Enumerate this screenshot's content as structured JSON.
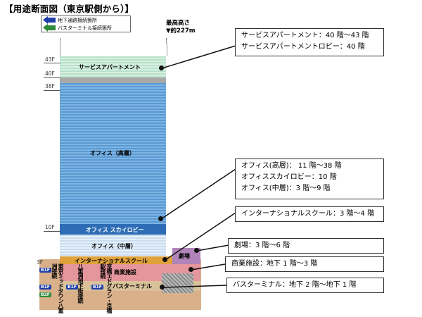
{
  "title": "【用途断面図（東京駅側から）】",
  "legend": {
    "underground": "地下通路接続箇所",
    "bus": "バスターミナル接続箇所"
  },
  "height": {
    "label": "最高高さ",
    "value": "▼約227m"
  },
  "floors": {
    "f43": "43F",
    "f40": "40F",
    "f38": "38F",
    "f10": "10F",
    "f3": "3F"
  },
  "zones": {
    "service": "サービスアパートメント",
    "office_high": "オフィス（高層）",
    "skylobby": "オフィス スカイロビー",
    "office_mid": "オフィス（中層）",
    "school": "インターナショナルスクール",
    "theatre": "劇場",
    "commercial": "商業施設",
    "bus": "バスターミナル"
  },
  "connections": {
    "yaesu_chika": "八重洲地下街接続",
    "kyobashi": "京橋エドグラン・京橋駅接続",
    "tokyo_midtown": "東京ミッドタウン八重洲接続",
    "b1": "B1F",
    "b2": "B2F"
  },
  "callouts": {
    "service": [
      "サービスアパートメント：40 階～43 階",
      "サービスアパートメントロビー：40 階"
    ],
    "office": [
      "オフィス(高層)： 11 階～38 階",
      "オフィススカイロビー：10 階",
      "オフィス(中層)：3 階～9 階"
    ],
    "school": "インターナショナルスクール：3 階～4 階",
    "theatre": "劇場：3 階～6 階",
    "commercial": "商業施設：地下 1 階～3 階",
    "bus": "バスターミナル：地下 2 階～地下 1 階"
  }
}
